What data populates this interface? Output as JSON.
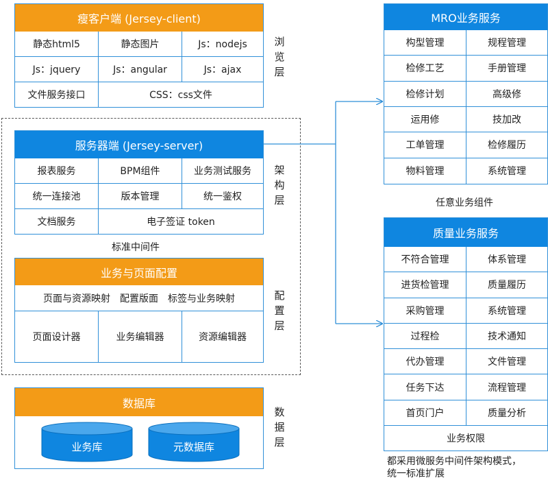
{
  "thin_client": {
    "title": "瘦客户端 (Jersey-client)",
    "cells": [
      "静态html5",
      "静态图片",
      "Js：nodejs",
      "Js：jquery",
      "Js：angular",
      "Js：ajax",
      "文件服务接口",
      "CSS：css文件"
    ]
  },
  "browse_layer": [
    "浏",
    "览",
    "层"
  ],
  "server": {
    "title": "服务器端 (Jersey-server)",
    "cells": [
      "报表服务",
      "BPM组件",
      "业务测试服务",
      "统一连接池",
      "版本管理",
      "统一鉴权",
      "文档服务",
      "电子签证 token"
    ]
  },
  "arch_layer": [
    "架",
    "构",
    "层"
  ],
  "middleware_label": "标准中间件",
  "config": {
    "title": "业务与页面配置",
    "row1": [
      "页面与资源映射",
      "配置版面",
      "标签与业务映射"
    ],
    "row2": [
      "页面设计器",
      "业务编辑器",
      "资源编辑器"
    ]
  },
  "config_layer": [
    "配",
    "置",
    "层"
  ],
  "database": {
    "title": "数据库",
    "cylinders": [
      "业务库",
      "元数据库"
    ]
  },
  "data_layer": [
    "数",
    "据",
    "层"
  ],
  "mro": {
    "title": "MRO业务服务",
    "cells": [
      "构型管理",
      "规程管理",
      "检修工艺",
      "手册管理",
      "检修计划",
      "高级修",
      "运用修",
      "技加改",
      "工单管理",
      "检修履历",
      "物料管理",
      "系统管理"
    ]
  },
  "any_component": "任意业务组件",
  "quality": {
    "title": "质量业务服务",
    "cells": [
      "不符合管理",
      "体系管理",
      "进货检管理",
      "质量履历",
      "采购管理",
      "系统管理",
      "过程检",
      "技术通知",
      "代办管理",
      "文件管理",
      "任务下达",
      "流程管理",
      "首页门户",
      "质量分析"
    ],
    "footer": "业务权限"
  },
  "note": [
    "都采用微服务中间件架构模式，",
    "统一标准扩展"
  ],
  "colors": {
    "orange": "#f39b17",
    "blue": "#0f86e0",
    "border": "#2f8fd8",
    "cylinder": "#0f86e0"
  }
}
